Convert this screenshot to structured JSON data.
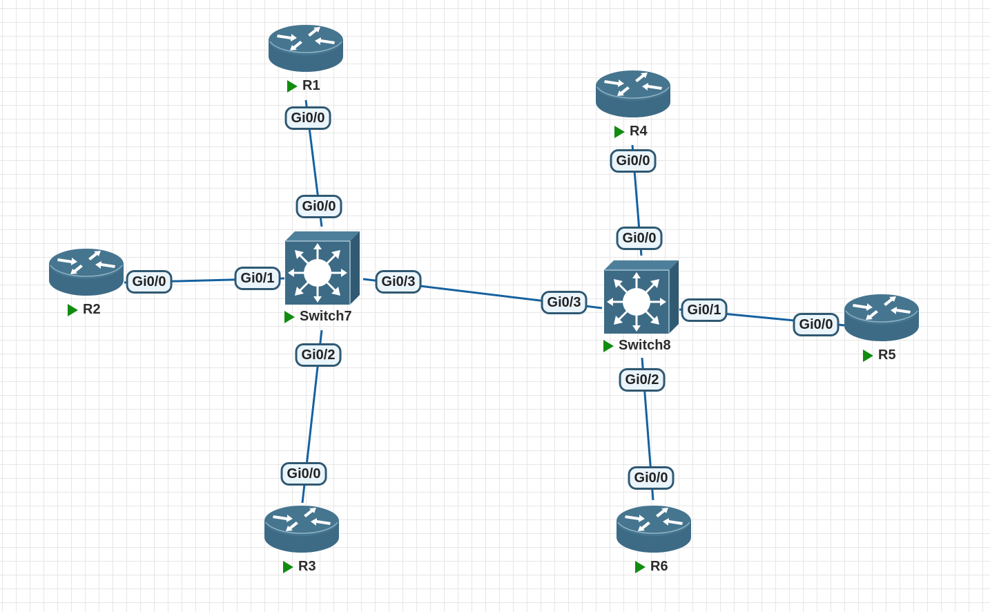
{
  "colors": {
    "device": "#3d6b86",
    "device_top": "#4d7f9b",
    "link": "#1461a0",
    "port_border": "#2f5872",
    "port_fill": "#eaf4fb",
    "running": "#118c11"
  },
  "devices": {
    "r1": {
      "name": "R1",
      "type": "router-icon"
    },
    "r2": {
      "name": "R2",
      "type": "router-icon"
    },
    "r3": {
      "name": "R3",
      "type": "router-icon"
    },
    "r4": {
      "name": "R4",
      "type": "router-icon"
    },
    "r5": {
      "name": "R5",
      "type": "router-icon"
    },
    "r6": {
      "name": "R6",
      "type": "router-icon"
    },
    "sw7": {
      "name": "Switch7",
      "type": "multilayer-switch-icon"
    },
    "sw8": {
      "name": "Switch8",
      "type": "multilayer-switch-icon"
    }
  },
  "links": [
    {
      "a": "R1",
      "a_port": "Gi0/0",
      "b": "Switch7",
      "b_port": "Gi0/0"
    },
    {
      "a": "R2",
      "a_port": "Gi0/0",
      "b": "Switch7",
      "b_port": "Gi0/1"
    },
    {
      "a": "R3",
      "a_port": "Gi0/0",
      "b": "Switch7",
      "b_port": "Gi0/2"
    },
    {
      "a": "Switch7",
      "a_port": "Gi0/3",
      "b": "Switch8",
      "b_port": "Gi0/3"
    },
    {
      "a": "R4",
      "a_port": "Gi0/0",
      "b": "Switch8",
      "b_port": "Gi0/0"
    },
    {
      "a": "R5",
      "a_port": "Gi0/0",
      "b": "Switch8",
      "b_port": "Gi0/1"
    },
    {
      "a": "R6",
      "a_port": "Gi0/0",
      "b": "Switch8",
      "b_port": "Gi0/2"
    }
  ]
}
